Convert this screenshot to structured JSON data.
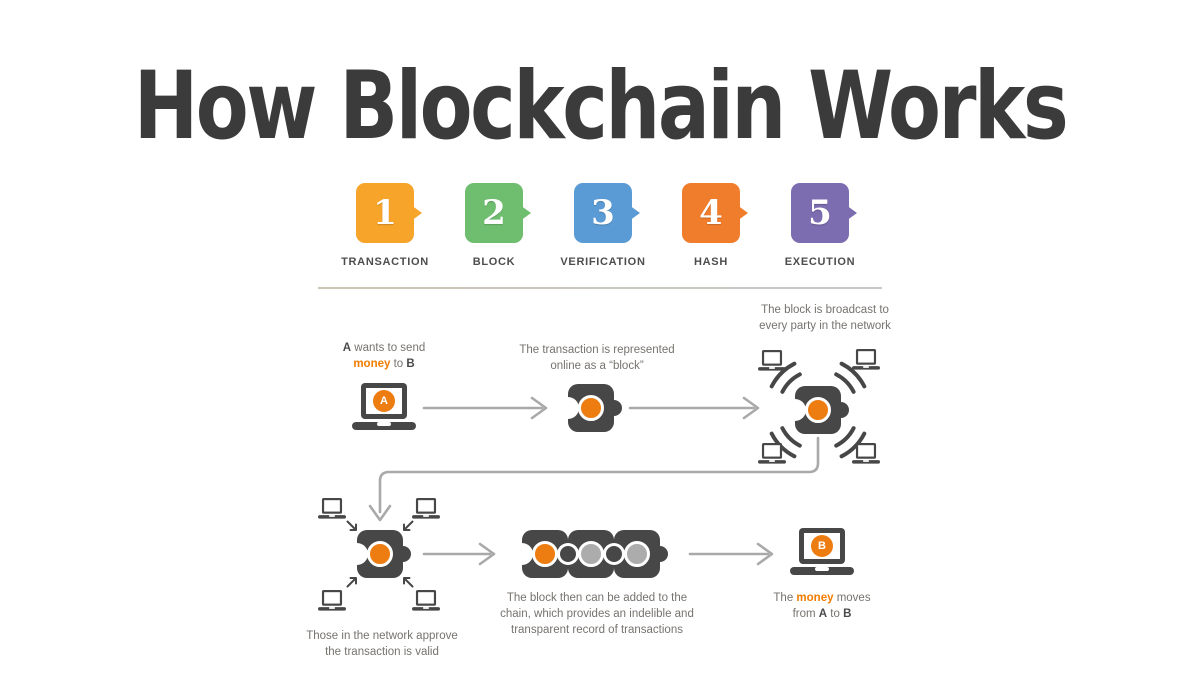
{
  "title": "How Blockchain Works",
  "steps": [
    {
      "number": "1",
      "label": "TRANSACTION",
      "color": "#f7a42b"
    },
    {
      "number": "2",
      "label": "BLOCK",
      "color": "#6fbe6f"
    },
    {
      "number": "3",
      "label": "VERIFICATION",
      "color": "#5b9bd5"
    },
    {
      "number": "4",
      "label": "HASH",
      "color": "#ef7d2c"
    },
    {
      "number": "5",
      "label": "EXECUTION",
      "color": "#7c6cb0"
    }
  ],
  "palette": {
    "title_text": "#3b3b3b",
    "block_dark": "#474747",
    "accent_orange": "#ee7d11",
    "chain_gray_dot": "#acacac",
    "arrow_gray": "#a9a9a9",
    "caption_text": "#76736e"
  },
  "flow": {
    "sender": {
      "caption_a": "A",
      "caption_line1_rest": " wants to send",
      "caption_money": "money",
      "caption_to": " to ",
      "caption_b": "B",
      "avatar_letter": "A"
    },
    "transaction_block": {
      "line1": "The transaction is represented",
      "line2": "online as a “block”"
    },
    "broadcast": {
      "line1": "The block is broadcast to",
      "line2": "every party in the network"
    },
    "approval": {
      "line1": "Those in the network approve",
      "line2": "the transaction is valid"
    },
    "chain": {
      "line1": "The block then can be added to the",
      "line2": "chain, which provides an indelible and",
      "line3": "transparent record of transactions"
    },
    "receiver": {
      "caption_the": "The ",
      "caption_money": "money",
      "caption_moves": " moves",
      "caption_from": "from ",
      "caption_a": "A",
      "caption_to": " to ",
      "caption_b": "B",
      "avatar_letter": "B"
    }
  }
}
